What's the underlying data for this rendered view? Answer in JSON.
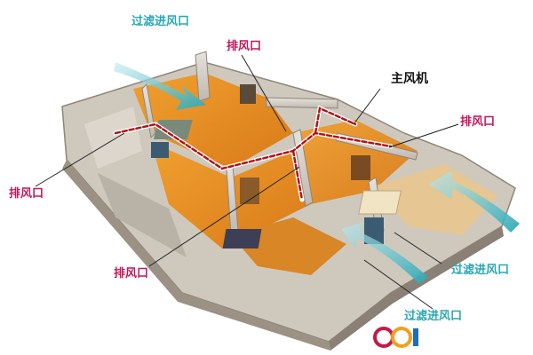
{
  "labels": {
    "intake_top": "过滤进风口",
    "exhaust_top": "排风口",
    "main_unit": "主风机",
    "exhaust_right": "排风口",
    "exhaust_left": "排风口",
    "exhaust_bottom": "排风口",
    "intake_right": "过滤进风口",
    "intake_bottom": "过滤进风口"
  },
  "colors": {
    "intake": "#2aa7b5",
    "exhaust": "#c0185b",
    "duct": "#b3121b",
    "floor": "#e8901f"
  },
  "icons": [
    "fresh-air-flow-arrow",
    "duct-line",
    "watermark-logo"
  ]
}
